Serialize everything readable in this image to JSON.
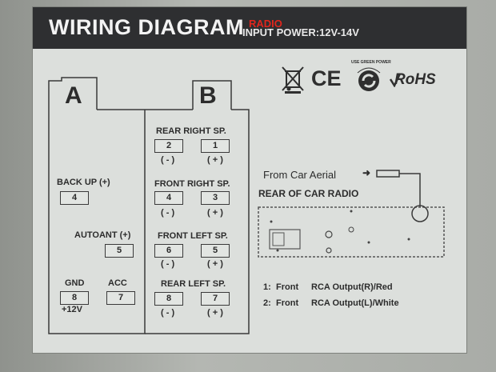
{
  "header": {
    "title": "WIRING DIAGRAM",
    "radio_tag": "RADIO",
    "input_power": "INPUT POWER:12V-14V"
  },
  "certifications": [
    "weee-bin-icon",
    "ce-mark",
    "green-dot-icon",
    "RoHS"
  ],
  "ce_text": "CE",
  "rohs_text": "RoHS",
  "green_dot_arc_text": "USE GREEN POWER",
  "connector_a": {
    "label": "A",
    "backup": {
      "label": "BACK UP (+)",
      "pin": "4"
    },
    "autoant": {
      "label": "AUTOANT (+)",
      "pin": "5"
    },
    "gnd": {
      "label": "GND",
      "pin": "8"
    },
    "acc": {
      "label": "ACC",
      "pin": "7"
    },
    "plus12v": "+12V"
  },
  "connector_b": {
    "label": "B",
    "rear_right": {
      "label": "REAR RIGHT SP.",
      "left_pin": "2",
      "right_pin": "1"
    },
    "front_right": {
      "label": "FRONT RIGHT SP.",
      "left_pin": "4",
      "right_pin": "3"
    },
    "front_left": {
      "label": "FRONT LEFT SP.",
      "left_pin": "6",
      "right_pin": "5"
    },
    "rear_left": {
      "label": "REAR LEFT SP.",
      "left_pin": "8",
      "right_pin": "7"
    },
    "minus": "( - )",
    "plus": "( + )"
  },
  "aerial": {
    "from_label": "From Car Aerial",
    "rear_label": "REAR OF CAR RADIO"
  },
  "rca": [
    {
      "num": "1:",
      "side": "Front",
      "desc": "RCA Output(R)/Red"
    },
    {
      "num": "2:",
      "side": "Front",
      "desc": "RCA Output(L)/White"
    }
  ]
}
